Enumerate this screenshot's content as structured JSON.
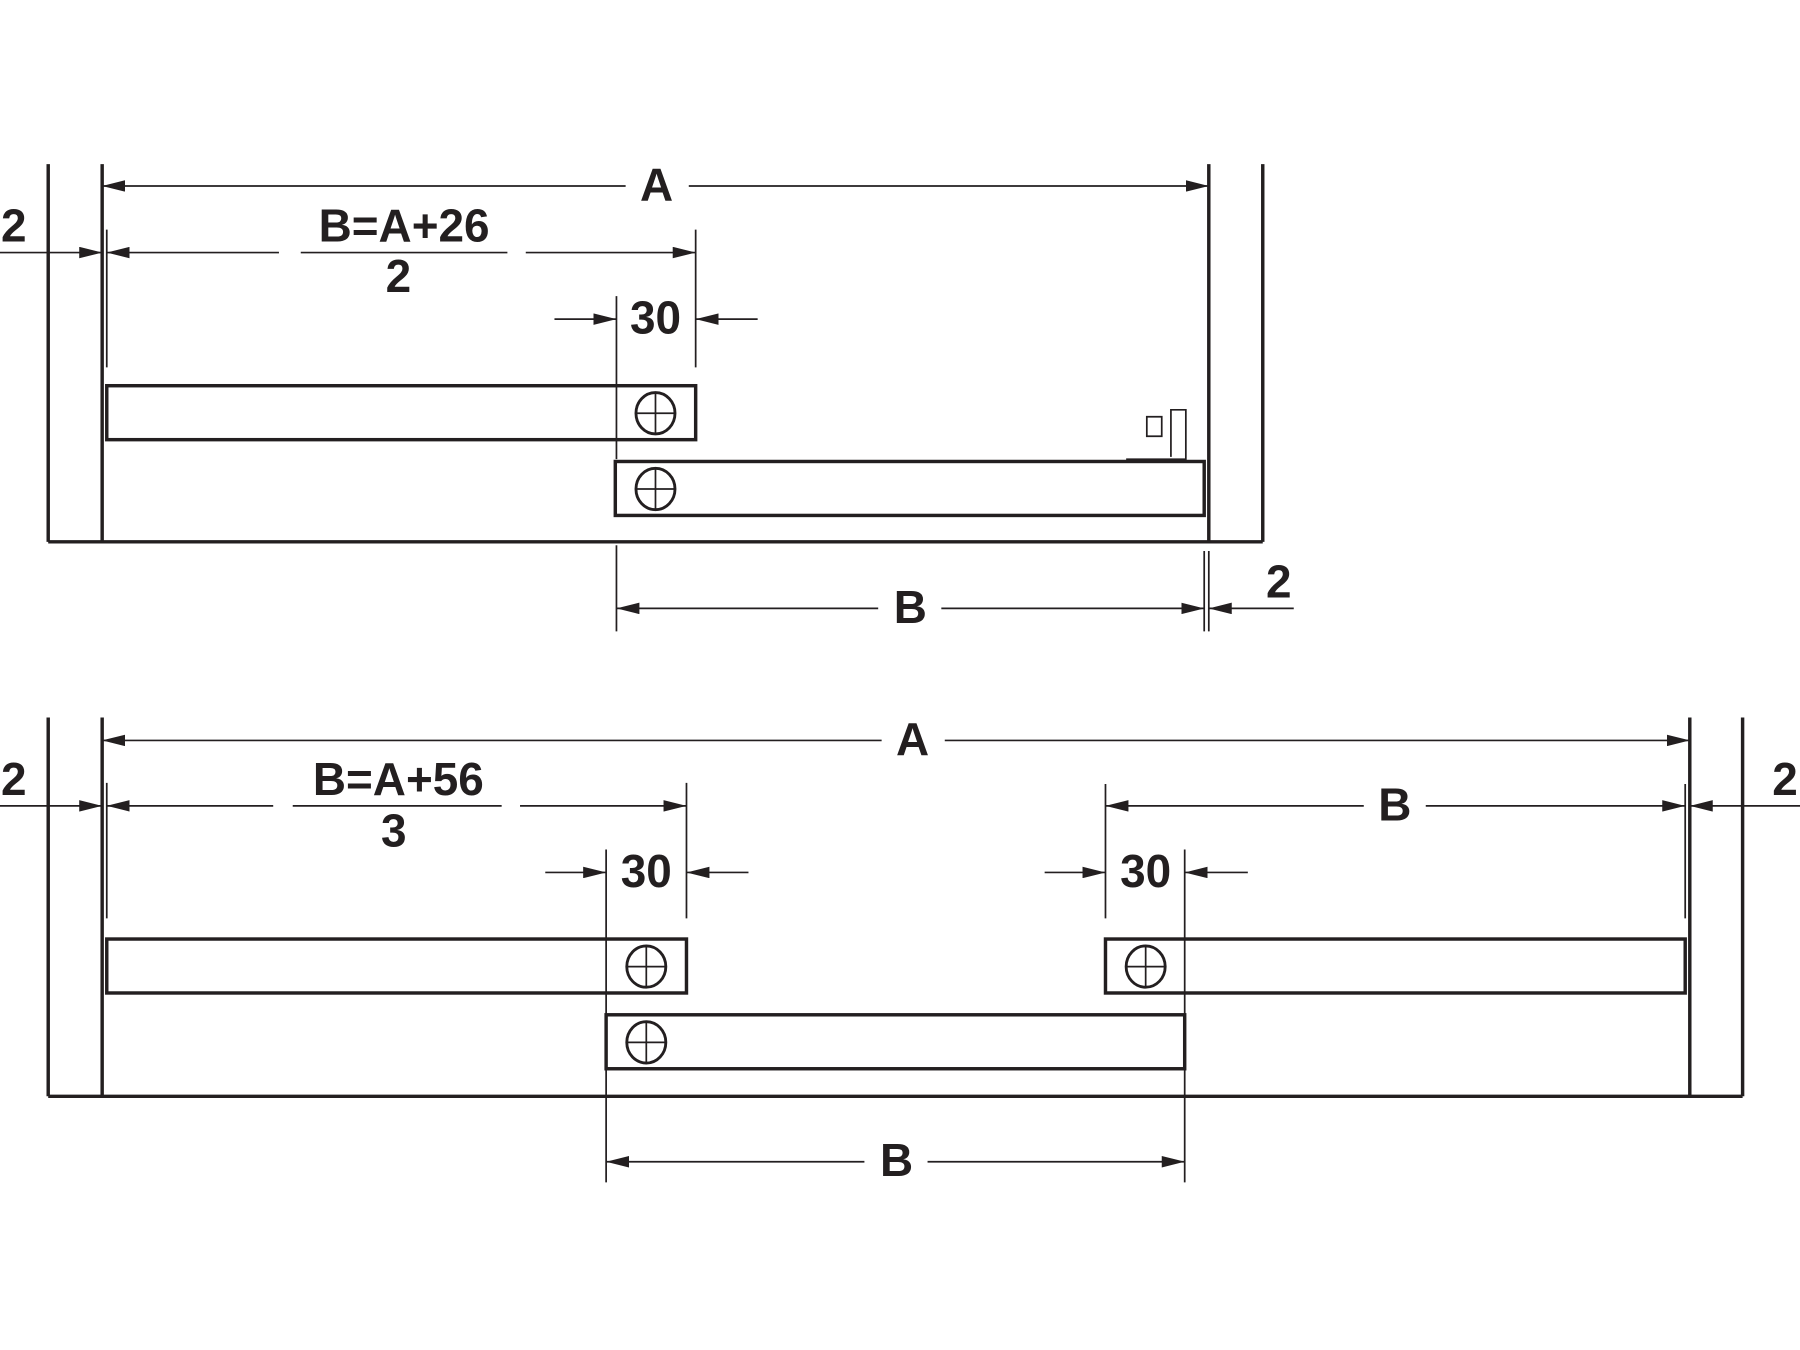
{
  "top_diagram": {
    "dim_overall": "A",
    "dim_gap_left": "2",
    "formula_numerator": "B=A+26",
    "formula_denominator": "2",
    "dim_offset": "30",
    "dim_rail": "B",
    "dim_gap_right": "2"
  },
  "bottom_diagram": {
    "dim_overall": "A",
    "dim_gap_left": "2",
    "dim_gap_right": "2",
    "formula_numerator": "B=A+56",
    "formula_denominator": "3",
    "dim_offset_left": "30",
    "dim_offset_right": "30",
    "dim_rail_right": "B",
    "dim_rail_bottom": "B"
  },
  "colors": {
    "line": "#231f20",
    "background": "#ffffff"
  }
}
